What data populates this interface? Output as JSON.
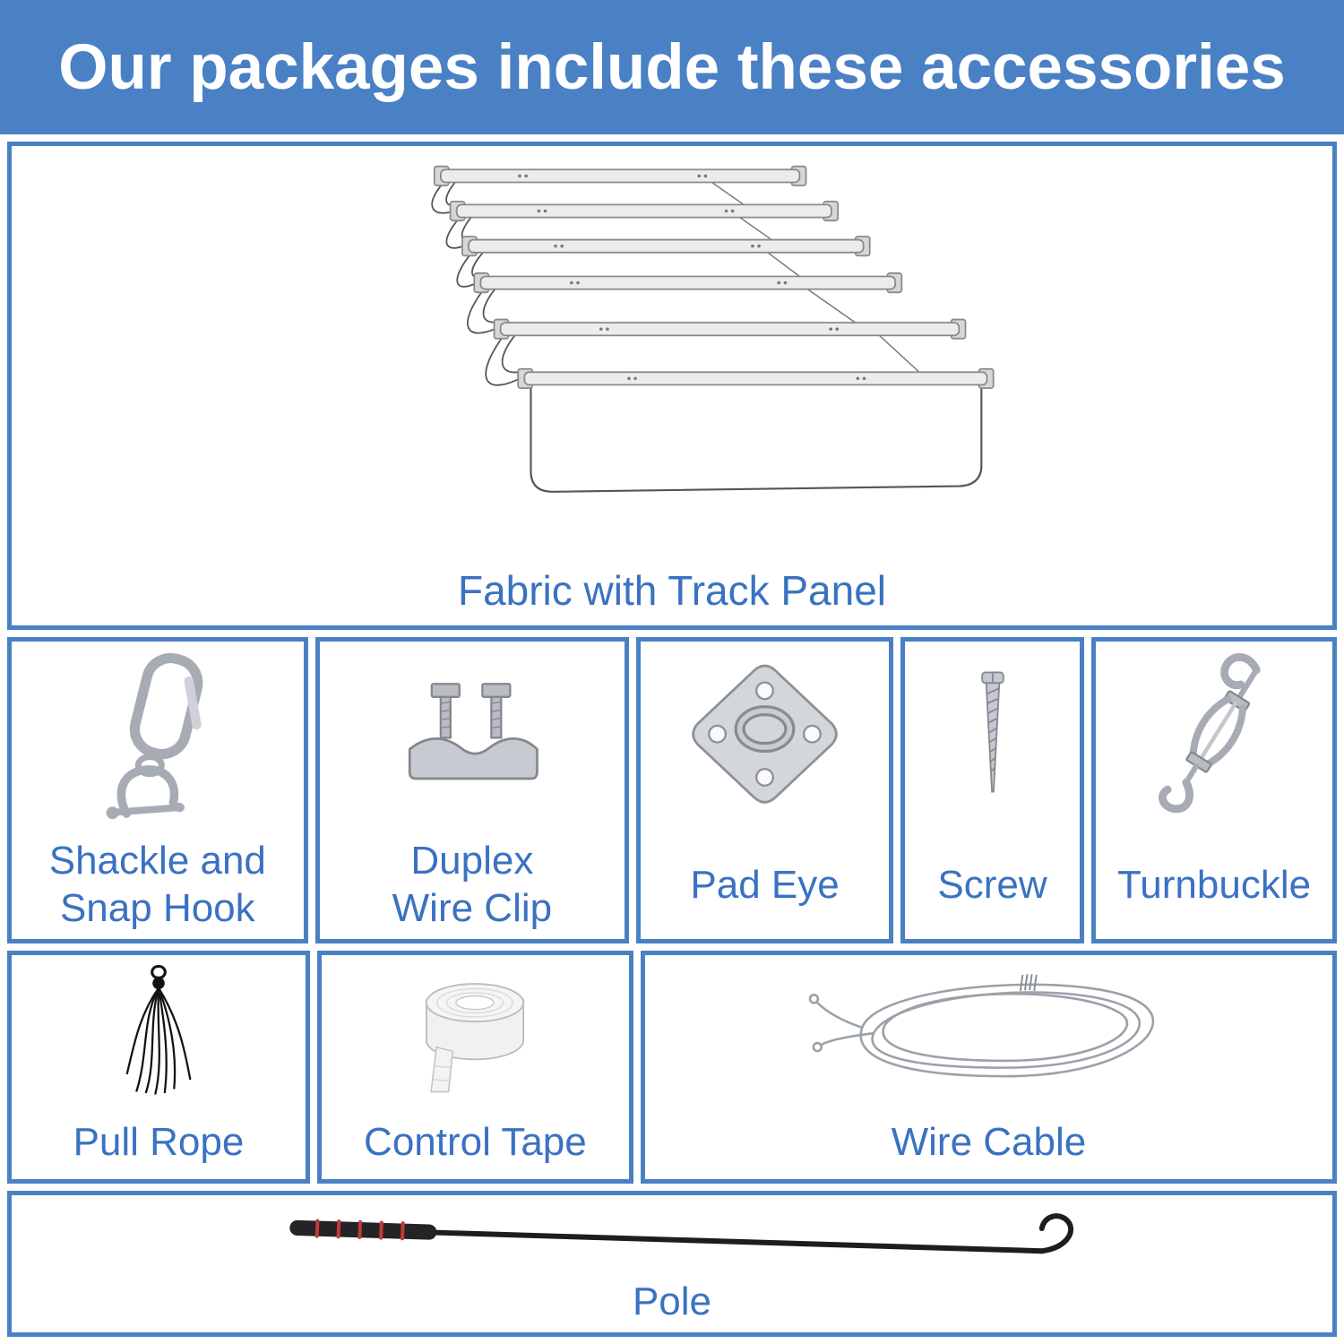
{
  "title": "Our packages include these accessories",
  "colors": {
    "header_bg": "#4A80C4",
    "header_text": "#FFFFFF",
    "border": "#4A80C4",
    "label": "#3A72C2"
  },
  "main_panel": {
    "label": "Fabric with Track Panel",
    "icon": "fabric-track-panel-image"
  },
  "grid": {
    "row1": [
      {
        "label": "Shackle and\nSnap Hook",
        "icon": "shackle-snap-hook-image"
      },
      {
        "label": "Duplex\nWire Clip",
        "icon": "duplex-wire-clip-image"
      },
      {
        "label": "Pad Eye",
        "icon": "pad-eye-image"
      },
      {
        "label": "Screw",
        "icon": "screw-image"
      },
      {
        "label": "Turnbuckle",
        "icon": "turnbuckle-image"
      }
    ],
    "row2": [
      {
        "label": "Pull Rope",
        "icon": "pull-rope-image"
      },
      {
        "label": "Control Tape",
        "icon": "control-tape-image"
      },
      {
        "label": "Wire Cable",
        "icon": "wire-cable-image"
      }
    ],
    "row3": [
      {
        "label": "Pole",
        "icon": "pole-image"
      }
    ]
  }
}
